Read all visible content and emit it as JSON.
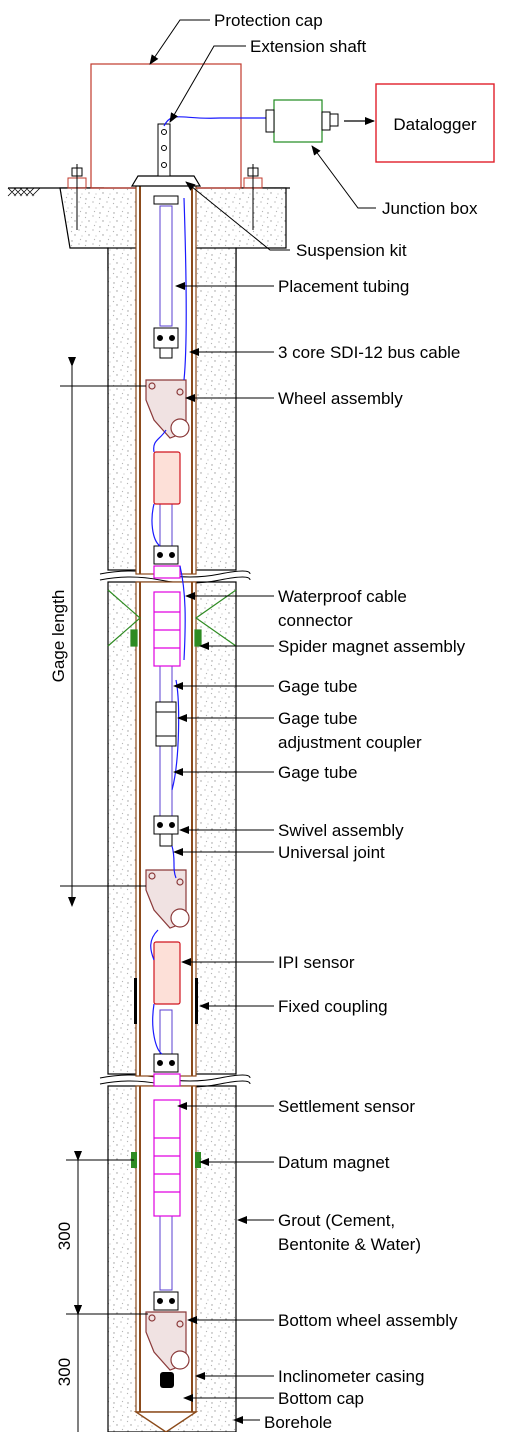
{
  "diagram": {
    "datalogger": "Datalogger",
    "labels": {
      "protection_cap": "Protection cap",
      "extension_shaft": "Extension shaft",
      "junction_box": "Junction box",
      "suspension_kit": "Suspension kit",
      "placement_tubing": "Placement tubing",
      "bus_cable": "3 core SDI-12 bus cable",
      "wheel_assembly": "Wheel assembly",
      "waterproof_1": "Waterproof cable",
      "waterproof_2": "connector",
      "spider_magnet": "Spider magnet assembly",
      "gage_tube_1": "Gage tube",
      "gage_adj_1": "Gage tube",
      "gage_adj_2": "adjustment coupler",
      "gage_tube_2": "Gage tube",
      "swivel": "Swivel assembly",
      "universal_joint": "Universal joint",
      "ipi_sensor": "IPI sensor",
      "fixed_coupling": "Fixed coupling",
      "settlement_sensor": "Settlement sensor",
      "datum_magnet": "Datum magnet",
      "grout_1": "Grout (Cement,",
      "grout_2": "Bentonite & Water)",
      "bottom_wheel": "Bottom wheel assembly",
      "inclinometer_casing": "Inclinometer casing",
      "bottom_cap": "Bottom cap",
      "borehole": "Borehole"
    },
    "dimensions": {
      "gage_length": "Gage length",
      "dim_300_upper": "300",
      "dim_300_lower": "300"
    },
    "colors": {
      "protection_cap": "#c0392b",
      "datalogger_border": "#e0202a",
      "junction_box": "#1f8a1f",
      "cable": "#1a1aff",
      "sensor_body": "#d0141e",
      "sensor_fill": "#f5b6a8",
      "settlement_sensor": "#e000e0",
      "casing": "#8b4a1a",
      "wheel": "#8b3a3a",
      "magnet": "#2e8b22",
      "grout_dots": "#888888",
      "tube": "#5a3fd0"
    }
  }
}
